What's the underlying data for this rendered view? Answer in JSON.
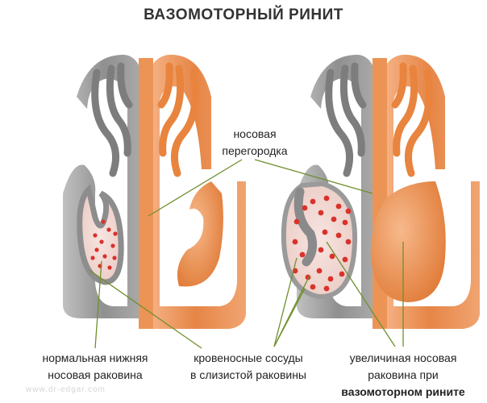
{
  "title": "ВАЗОМОТОРНЫЙ РИНИТ",
  "labels": {
    "septum": [
      "носовая",
      "перегородка"
    ],
    "normal_turbinate": [
      "нормальная нижняя",
      "носовая раковина"
    ],
    "vessels": [
      "кровеносные сосуды",
      "в слизистой раковины"
    ],
    "enlarged_turbinate": [
      "увеличиная носовая",
      "раковина при",
      "вазомоторном рините"
    ]
  },
  "watermark": "www.dr-edgar.com",
  "colors": {
    "bone_gray": "#8e8e8e",
    "bone_gray_light": "#c4c4c4",
    "mucosa_orange": "#e8894a",
    "mucosa_light": "#f5b88a",
    "vessel_red": "#d8322a",
    "cavity_white": "#ffffff",
    "leader_line": "#6f8f2e"
  }
}
